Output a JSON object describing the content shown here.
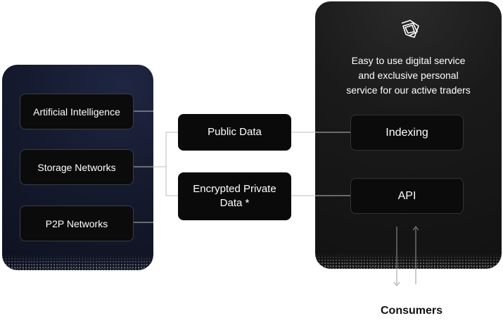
{
  "sources": {
    "items": [
      {
        "label": "Artificial Intelligence"
      },
      {
        "label": "Storage Networks"
      },
      {
        "label": "P2P Networks"
      }
    ]
  },
  "data_types": {
    "public": "Public Data",
    "private_line1": "Encrypted Private",
    "private_line2": "Data *"
  },
  "service": {
    "logo_icon": "triangular-knot-logo-icon",
    "tagline": [
      "Easy to use digital service",
      "and exclusive personal",
      "service for our active traders"
    ],
    "indexing": "Indexing",
    "api": "API"
  },
  "consumers_label": "Consumers"
}
